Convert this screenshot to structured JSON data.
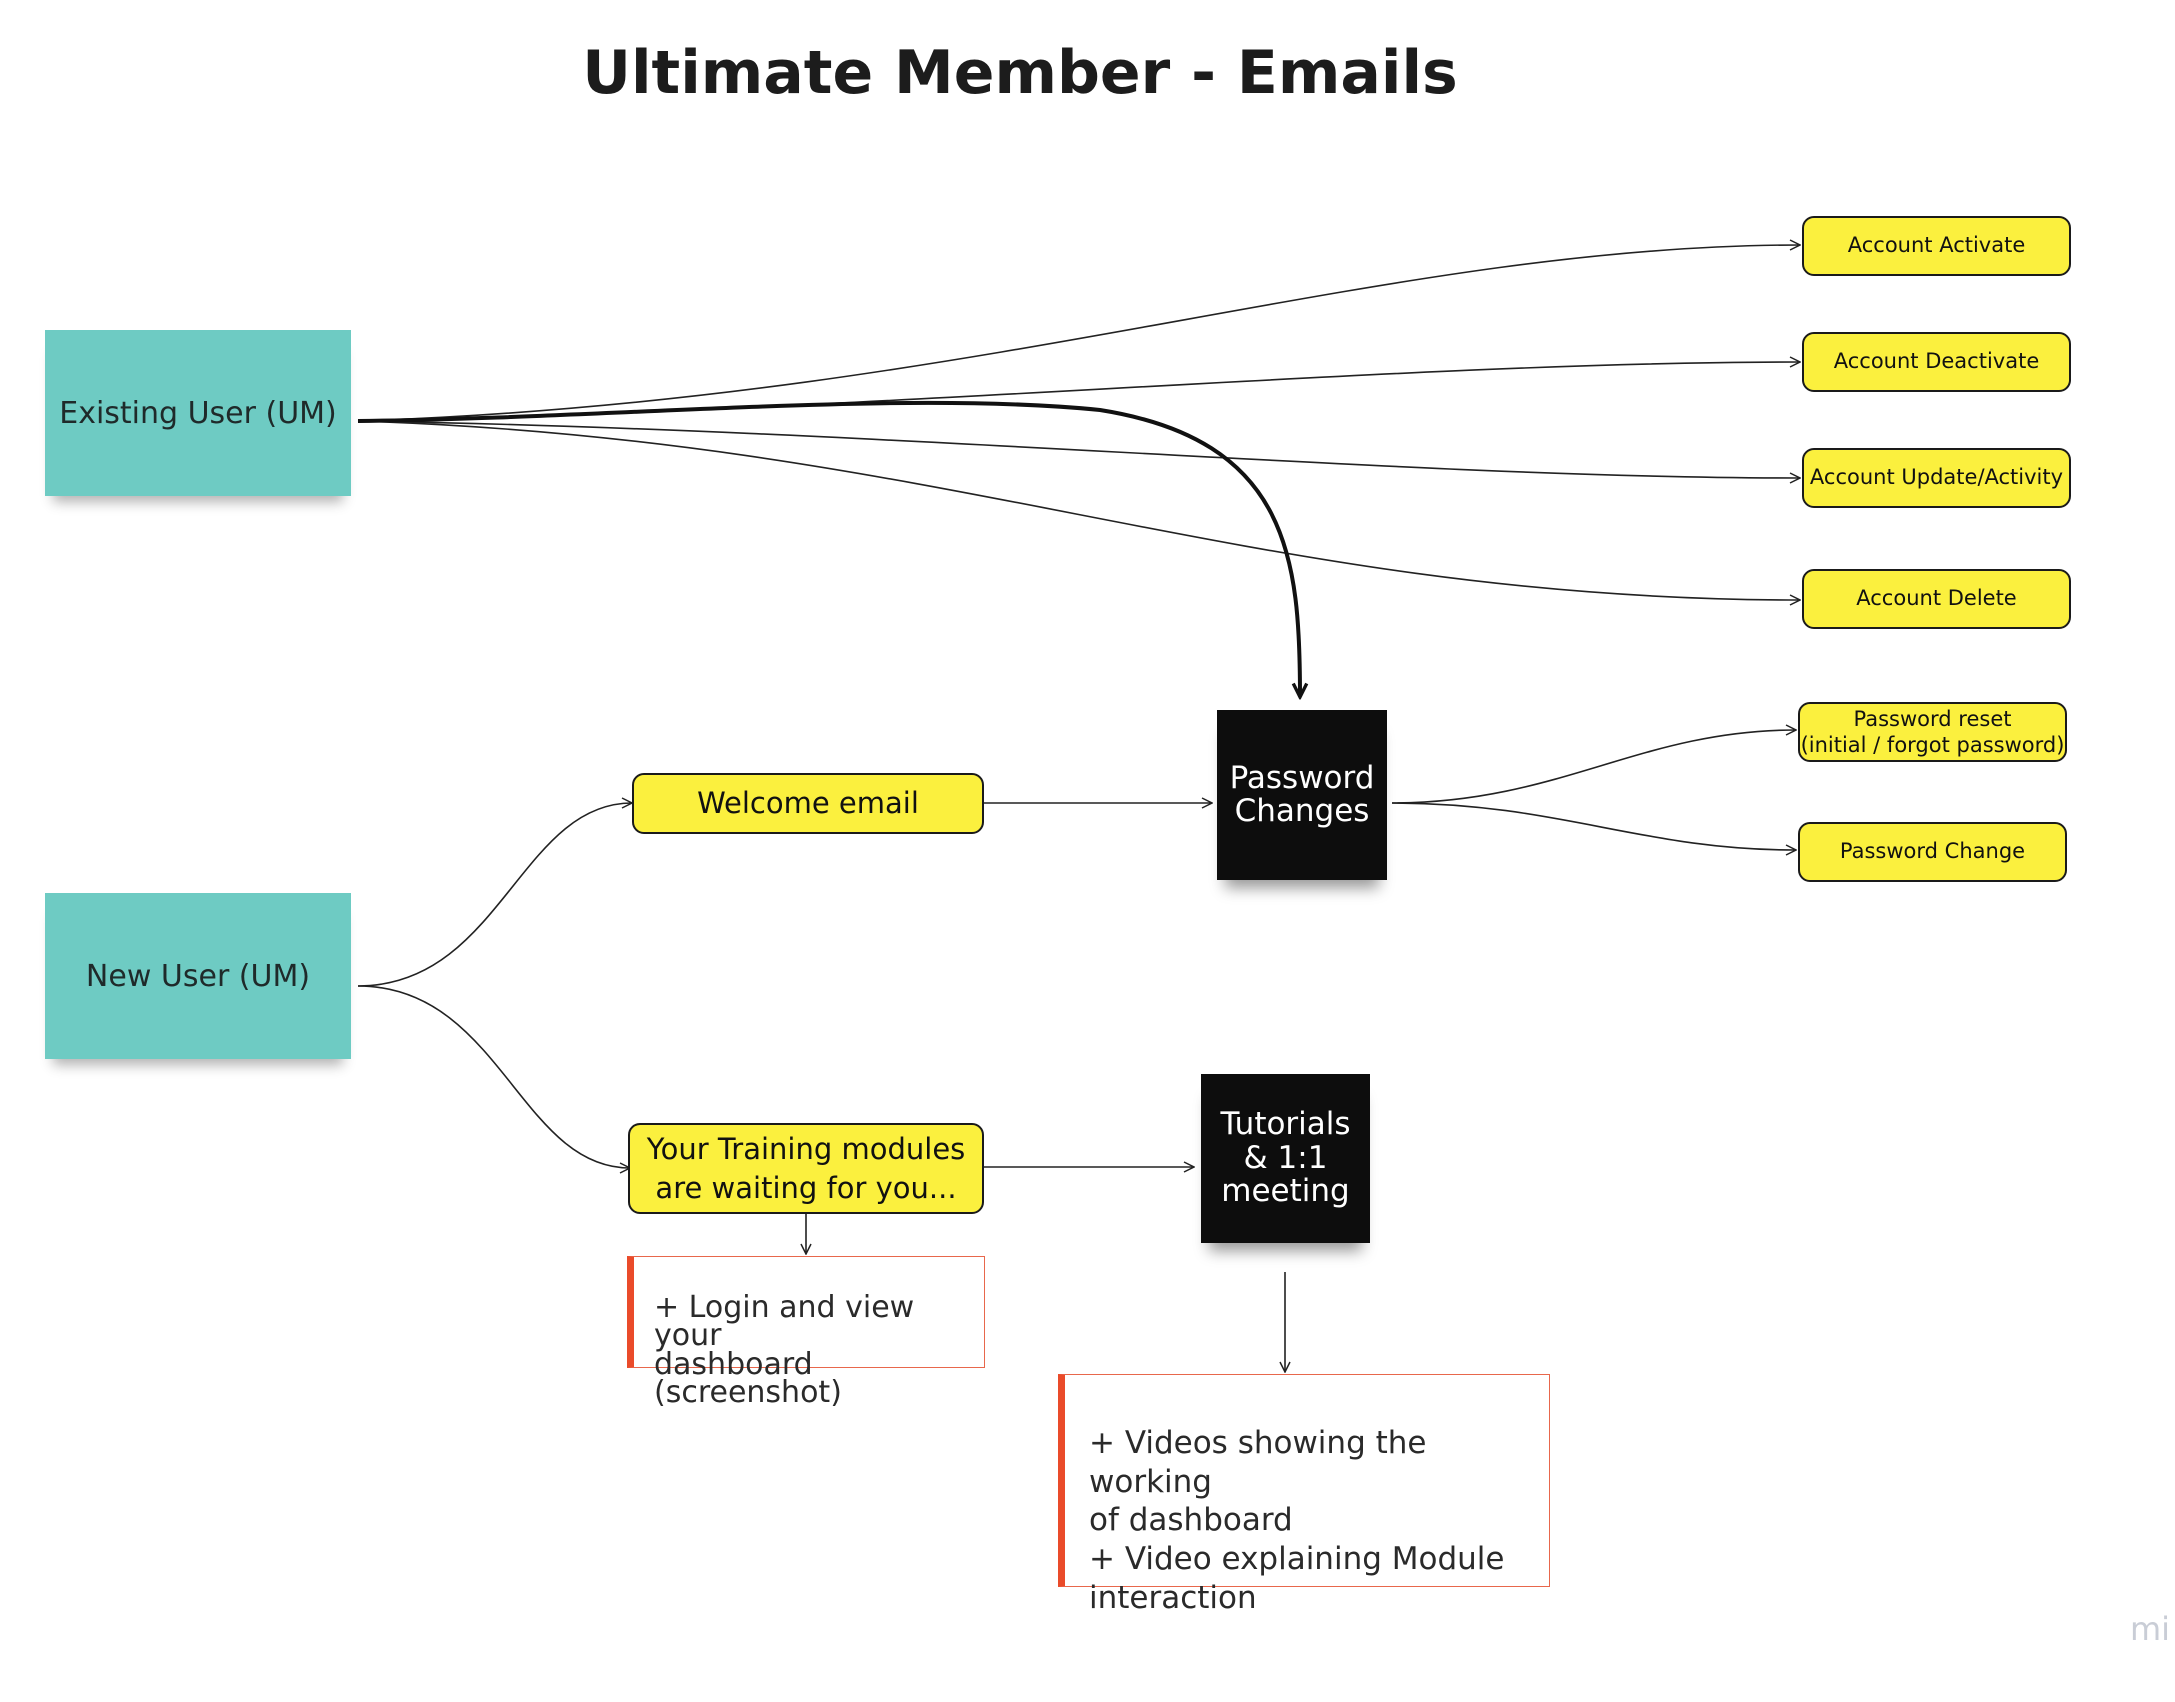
{
  "title": "Ultimate Member - Emails",
  "colors": {
    "sticky_teal": "#6ecbc3",
    "sticky_dark": "#0d0d0d",
    "pill_yellow": "#fbf03e",
    "note_accent": "#ea4b2a"
  },
  "nodes": {
    "existing_user": "Existing User (UM)",
    "new_user": "New User (UM)",
    "password_changes": "Password\nChanges",
    "tutorials": "Tutorials\n& 1:1\nmeeting",
    "account_activate": "Account Activate",
    "account_deactivate": "Account Deactivate",
    "account_update": "Account Update/Activity",
    "account_delete": "Account Delete",
    "password_reset": "Password reset\n(initial / forgot password)",
    "password_change": "Password Change",
    "welcome_email": "Welcome email",
    "training_modules": "Your Training modules\nare waiting for you..."
  },
  "notes": {
    "login_note": "+ Login and view your\ndashboard\n(screenshot)",
    "videos_note": "+ Videos showing the working\nof dashboard\n+ Video explaining Module\ninteraction"
  },
  "watermark": "mi"
}
